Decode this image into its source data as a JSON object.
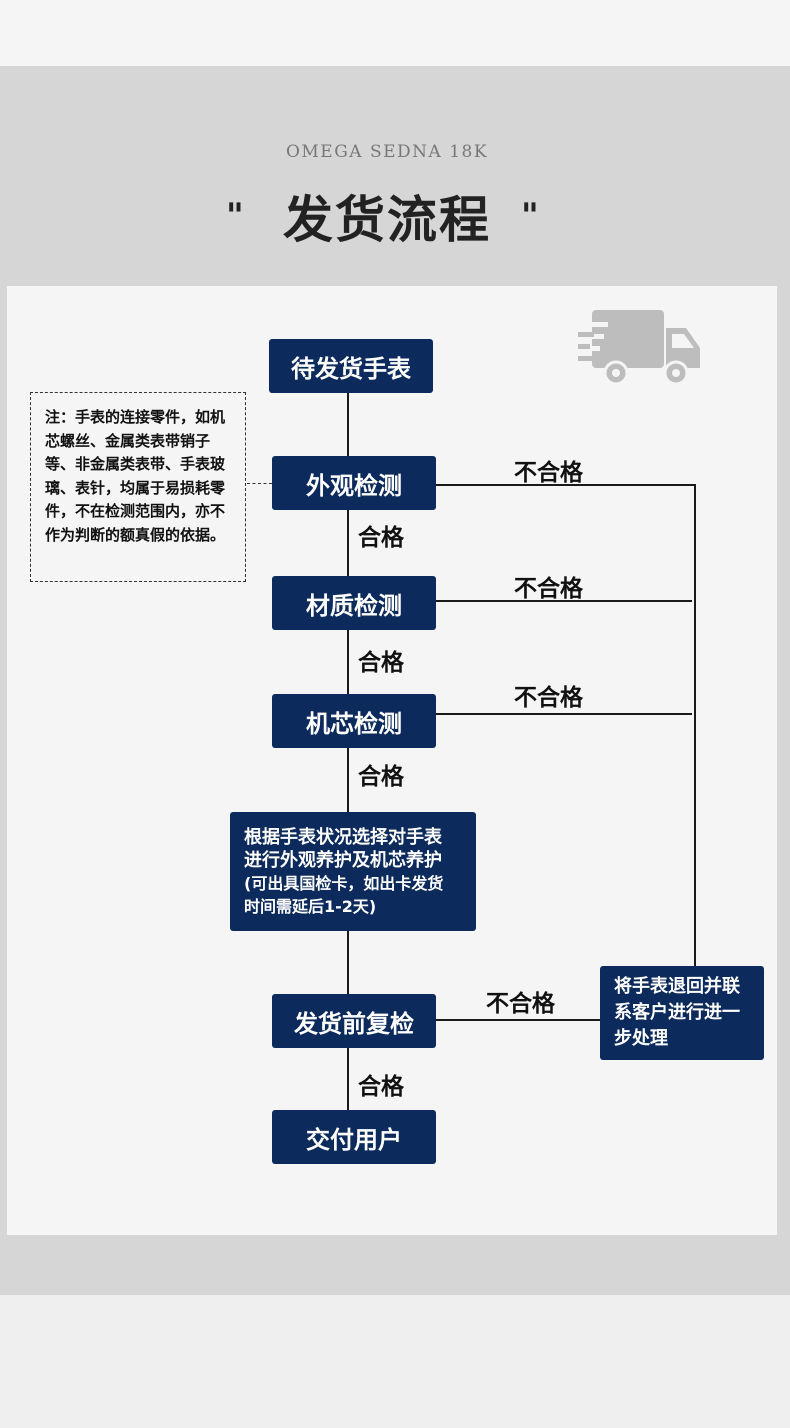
{
  "header": {
    "subtitle": "OMEGA SEDNA 18K",
    "title": "发货流程",
    "quote_left": "\"",
    "quote_right": "\""
  },
  "note": {
    "text": "注：手表的连接零件，如机芯螺丝、金属类表带销子等、非金属类表带、手表玻璃、表针，均属于易损耗零件，不在检测范围内，亦不作为判断的额真假的依据。"
  },
  "steps": {
    "pending": "待发货手表",
    "appearance": "外观检测",
    "material": "材质检测",
    "movement": "机芯检测",
    "maintenance_line1": "根据手表状况选择对手表",
    "maintenance_line2": "进行外观养护及机芯养护",
    "maintenance_line3": "(可出具国检卡，如出卡发货",
    "maintenance_line4": "时间需延后1-2天)",
    "recheck": "发货前复检",
    "deliver": "交付用户",
    "return_line1": "将手表退回并联",
    "return_line2": "系客户进行进一",
    "return_line3": "步处理"
  },
  "labels": {
    "pass": "合格",
    "fail": "不合格"
  },
  "colors": {
    "box": "#0c2a5c",
    "line": "#1a1a1a",
    "truck": "#bdbdbd"
  },
  "icons": {
    "truck": "delivery-truck-icon"
  }
}
